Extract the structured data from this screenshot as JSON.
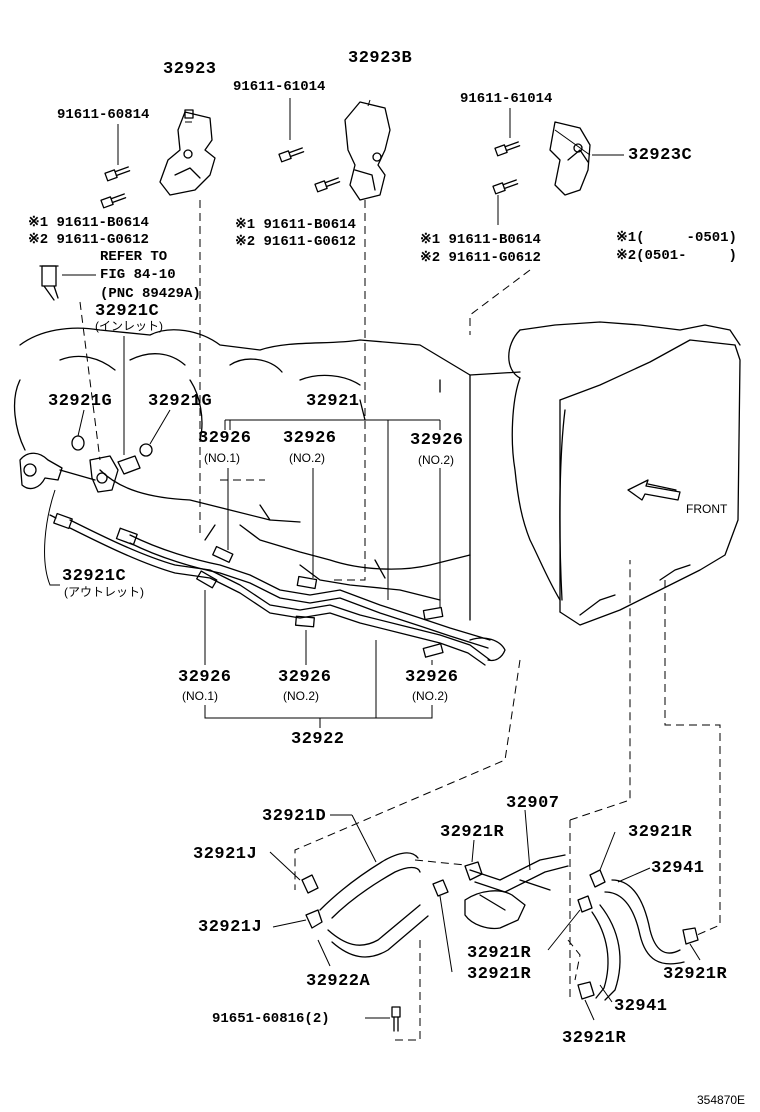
{
  "labels": {
    "p32923": "32923",
    "p32923B": "32923B",
    "p32923C": "32923C",
    "b91611_60814": "91611-60814",
    "b91611_61014_a": "91611-61014",
    "b91611_61014_b": "91611-61014",
    "n1_a": "※1 91611-B0614",
    "n2_a": "※2 91611-G0612",
    "n1_b": "※1 91611-B0614",
    "n2_b": "※2 91611-G0612",
    "n1_c": "※1 91611-B0614",
    "n2_c": "※2 91611-G0612",
    "legend1": "※1(     -0501)",
    "legend2": "※2(0501-     )",
    "refer1": "REFER TO",
    "refer2": "FIG 84-10",
    "refer3": "(PNC 89429A)",
    "p32921C_in": "32921C",
    "sub_inlet": "(インレット)",
    "p32921G_a": "32921G",
    "p32921G_b": "32921G",
    "p32921": "32921",
    "p32926_1": "32926",
    "p32926_2": "32926",
    "p32926_3": "32926",
    "no1_a": "(NO.1)",
    "no2_a": "(NO.2)",
    "no2_b": "(NO.2)",
    "p32921C_out": "32921C",
    "sub_outlet": "(アウトレット)",
    "front": "FRONT",
    "p32926_4": "32926",
    "p32926_5": "32926",
    "p32926_6": "32926",
    "no1_b": "(NO.1)",
    "no2_c": "(NO.2)",
    "no2_d": "(NO.2)",
    "p32922": "32922",
    "p32907": "32907",
    "p32921D": "32921D",
    "p32921R_a": "32921R",
    "p32921R_b": "32921R",
    "p32921J_a": "32921J",
    "p32941_a": "32941",
    "p32921J_b": "32921J",
    "p32921R_c": "32921R",
    "p32922A": "32922A",
    "p32921R_d": "32921R",
    "p32921R_e": "32921R",
    "p32941_b": "32941",
    "b91651": "91651-60816(2)",
    "p32921R_f": "32921R",
    "fig_id": "354870E"
  }
}
